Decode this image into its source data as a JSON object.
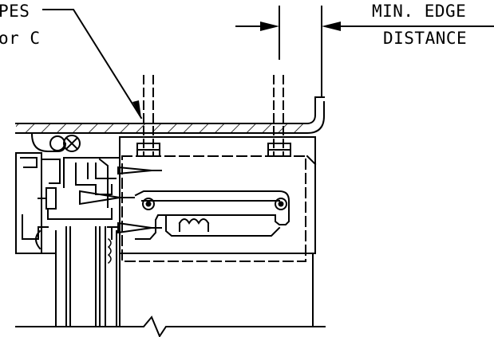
{
  "annotations": {
    "left_note": {
      "line1": "PES",
      "line2": "or C"
    },
    "edge_note": {
      "line1": "MIN. EDGE",
      "line2": "DISTANCE"
    }
  },
  "colors": {
    "ink": "#000000",
    "paper": "#ffffff"
  }
}
